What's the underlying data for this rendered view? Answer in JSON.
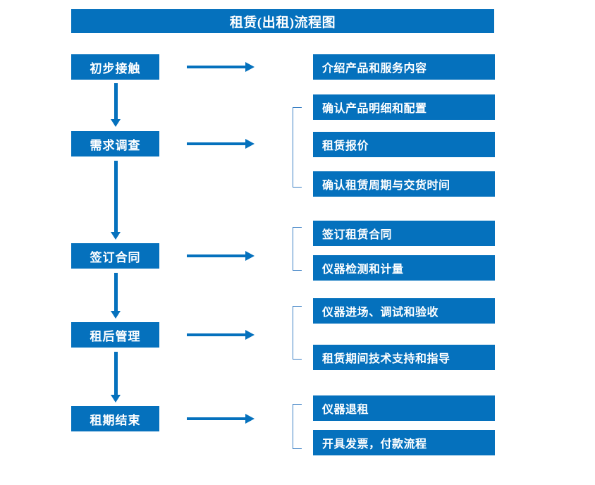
{
  "diagram": {
    "title": "租赁(出租)流程图",
    "accent_color": "#0571bd",
    "bracket_color": "#3a7fc4",
    "text_color": "#ffffff",
    "background_color": "#ffffff"
  },
  "stages": [
    {
      "label": "初步接触"
    },
    {
      "label": "需求调查"
    },
    {
      "label": "签订合同"
    },
    {
      "label": "租后管理"
    },
    {
      "label": "租期结束"
    }
  ],
  "details": [
    {
      "label": "介绍产品和服务内容"
    },
    {
      "label": "确认产品明细和配置"
    },
    {
      "label": "租赁报价"
    },
    {
      "label": "确认租赁周期与交货时间"
    },
    {
      "label": "签订租赁合同"
    },
    {
      "label": "仪器检测和计量"
    },
    {
      "label": "仪器进场、调试和验收"
    },
    {
      "label": "租赁期间技术支持和指导"
    },
    {
      "label": "仪器退租"
    },
    {
      "label": "开具发票，付款流程"
    }
  ],
  "groups": [
    {
      "stage": "初步接触",
      "detail_labels": [
        "介绍产品和服务内容"
      ],
      "bracketed": false
    },
    {
      "stage": "需求调查",
      "detail_labels": [
        "确认产品明细和配置",
        "租赁报价",
        "确认租赁周期与交货时间"
      ],
      "bracketed": true
    },
    {
      "stage": "签订合同",
      "detail_labels": [
        "签订租赁合同",
        "仪器检测和计量"
      ],
      "bracketed": true
    },
    {
      "stage": "租后管理",
      "detail_labels": [
        "仪器进场、调试和验收",
        "租赁期间技术支持和指导"
      ],
      "bracketed": true
    },
    {
      "stage": "租期结束",
      "detail_labels": [
        "仪器退租",
        "开具发票，付款流程"
      ],
      "bracketed": true
    }
  ]
}
